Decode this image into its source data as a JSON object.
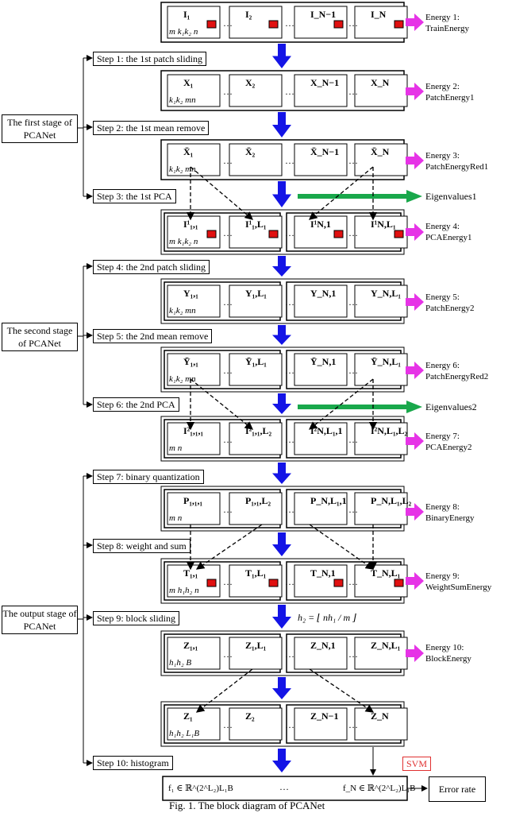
{
  "stages": [
    {
      "label": "The first stage of PCANet"
    },
    {
      "label": "The second stage of PCANet"
    },
    {
      "label": "The output stage of PCANet"
    }
  ],
  "steps": [
    {
      "label": "Step 1: the 1st patch sliding"
    },
    {
      "label": "Step 2: the 1st mean remove"
    },
    {
      "label": "Step 3: the 1st PCA"
    },
    {
      "label": "Step 4: the 2nd patch sliding"
    },
    {
      "label": "Step 5: the 2nd mean remove"
    },
    {
      "label": "Step 6: the 2nd PCA"
    },
    {
      "label": "Step 7: binary quantization"
    },
    {
      "label": "Step 8: weight and sum"
    },
    {
      "label": "Step 9: block sliding"
    },
    {
      "label": "Step 10: histogram"
    }
  ],
  "energies": [
    {
      "label": "Energy 1:",
      "value": "TrainEnergy"
    },
    {
      "label": "Energy 2:",
      "value": "PatchEnergy1"
    },
    {
      "label": "Energy 3:",
      "value": "PatchEnergyRed1"
    },
    {
      "label": "Energy 4:",
      "value": "PCAEnergy1"
    },
    {
      "label": "Energy 5:",
      "value": "PatchEnergy2"
    },
    {
      "label": "Energy 6:",
      "value": "PatchEnergyRed2"
    },
    {
      "label": "Energy 7:",
      "value": "PCAEnergy2"
    },
    {
      "label": "Energy 8:",
      "value": "BinaryEnergy"
    },
    {
      "label": "Energy 9:",
      "value": "WeightSumEnergy"
    },
    {
      "label": "Energy 10:",
      "value": "BlockEnergy"
    }
  ],
  "eigen": [
    "Eigenvalues1",
    "Eigenvalues2"
  ],
  "svm": "SVM",
  "error_rate": "Error rate",
  "h2_formula": "h₂ = ⌊ nh₁ / m ⌋",
  "rows": [
    {
      "cells": [
        "I₁",
        "I₂",
        "I_N−1",
        "I_N"
      ],
      "dims": "m  k₁k₂  n"
    },
    {
      "cells": [
        "X₁",
        "X₂",
        "X_N−1",
        "X_N"
      ],
      "dims": "k₁k₂  mn"
    },
    {
      "cells": [
        "X̄₁",
        "X̄₂",
        "X̄_N−1",
        "X̄_N"
      ],
      "dims": "k₁k₂  mn"
    },
    {
      "cells": [
        "I¹₁,₁",
        "I¹₁,L₁",
        "I¹N,1",
        "I¹N,L₁"
      ],
      "dims": "m  k₁k₂  n"
    },
    {
      "cells": [
        "Y₁,₁",
        "Y₁,L₁",
        "Y_N,1",
        "Y_N,L₁"
      ],
      "dims": "k₁k₂  mn"
    },
    {
      "cells": [
        "Ȳ₁,₁",
        "Ȳ₁,L₁",
        "Ȳ_N,1",
        "Ȳ_N,L₁"
      ],
      "dims": "k₁k₂  mn"
    },
    {
      "cells": [
        "I²₁,₁,₁",
        "I²₁,₁,L₂",
        "I²N,L₁,1",
        "I²N,L₁,L₂"
      ],
      "dims": "m  n"
    },
    {
      "cells": [
        "P₁,₁,₁",
        "P₁,₁,L₂",
        "P_N,L₁,1",
        "P_N,L₁,L₂"
      ],
      "dims": "m  n"
    },
    {
      "cells": [
        "T₁,₁",
        "T₁,L₁",
        "T_N,1",
        "T_N,L₁"
      ],
      "dims": "m  h₁h₂  n"
    },
    {
      "cells": [
        "Z₁,₁",
        "Z₁,L₁",
        "Z_N,1",
        "Z_N,L₁"
      ],
      "dims": "h₁h₂  B"
    },
    {
      "cells": [
        "Z₁",
        "Z₂",
        "Z_N−1",
        "Z_N"
      ],
      "dims": "h₁h₂  L₁B"
    }
  ],
  "features": [
    "f₁ ∈ ℝ^(2^L₂)L₁B",
    "f_N ∈ ℝ^(2^L₂)L₁B"
  ],
  "ellipsis": "…",
  "caption": "Fig. 1. The block diagram of PCANet",
  "colors": {
    "arrow_blue": "#1414e6",
    "arrow_magenta": "#e633e6",
    "arrow_green": "#19a84b",
    "patch_red": "#e01010"
  }
}
